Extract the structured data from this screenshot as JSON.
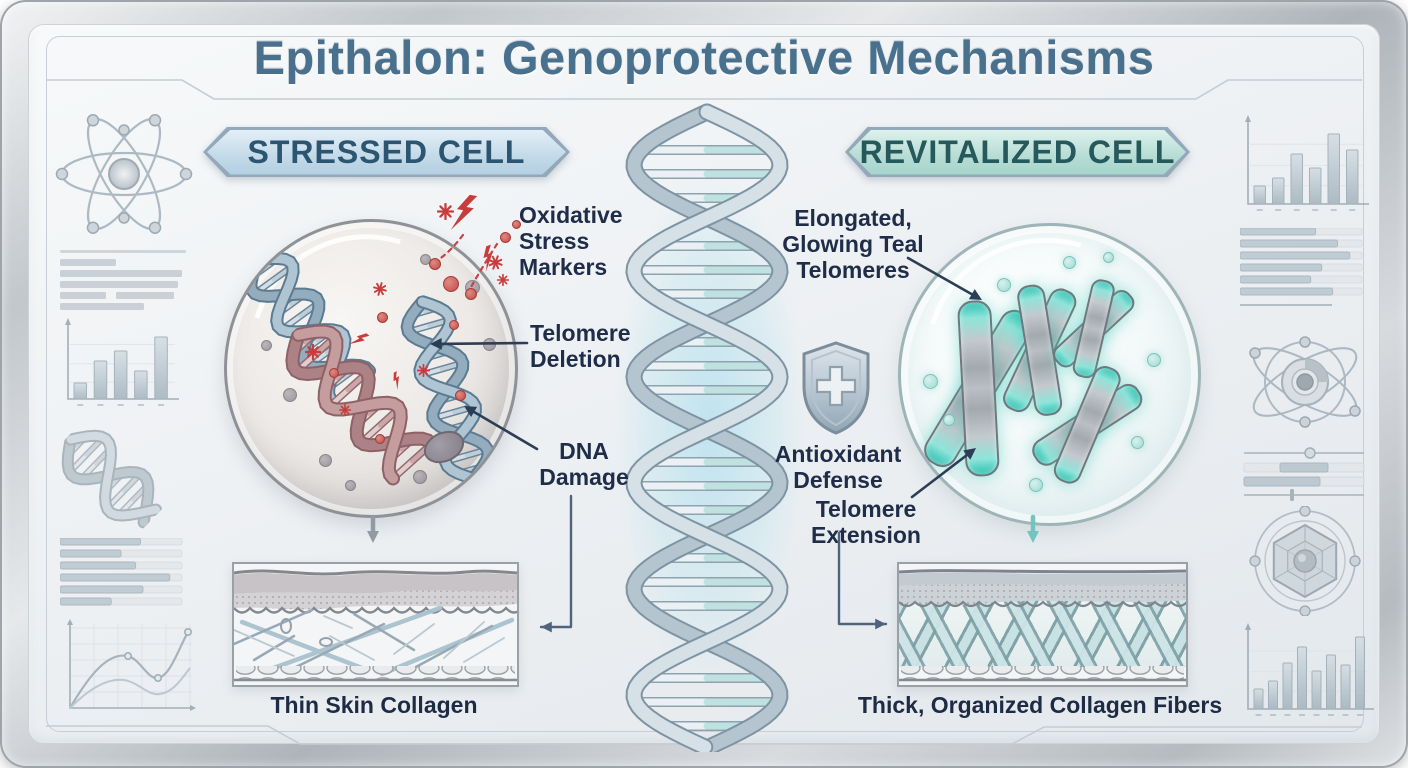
{
  "title": "Epithalon: Genoprotective Mechanisms",
  "left": {
    "banner": "STRESSED CELL",
    "oxidative": [
      "Oxidative",
      "Stress",
      "Markers"
    ],
    "telomere_deletion": [
      "Telomere",
      "Deletion"
    ],
    "dna_damage": [
      "DNA",
      "Damage"
    ],
    "caption": "Thin Skin Collagen"
  },
  "right": {
    "banner": "REVITALIZED CELL",
    "elongated": [
      "Elongated,",
      "Glowing Teal",
      "Telomeres"
    ],
    "antioxidant": [
      "Antioxidant",
      "Defense"
    ],
    "extension": "Telomere Extension",
    "caption": "Thick, Organized Collagen Fibers"
  },
  "colors": {
    "title_text": "#49708d",
    "label_text": "#1f2d49",
    "stressed_banner": "#c2d9e8",
    "revitalized_banner": "#b5dcd4",
    "telomere_teal": "#2fc0b0",
    "stress_red": "#c83d3c",
    "frame_silver": "#b6bbc0",
    "arrow_navy": "#2b3e55"
  },
  "icons": {
    "center": "dna-helix-icon",
    "shield": "antioxidant-shield-icon",
    "sparks": [
      "lightning-icon",
      "spark-burst-icon"
    ],
    "left_margin": [
      "atom-icon",
      "text-lines-icon",
      "bar-chart-icon",
      "dna-icon",
      "progress-bars-icon",
      "line-chart-icon"
    ],
    "right_margin": [
      "bar-chart-icon",
      "progress-bars-icon",
      "atom-donut-icon",
      "sliders-icon",
      "radar-chart-icon",
      "bar-chart-icon"
    ]
  }
}
